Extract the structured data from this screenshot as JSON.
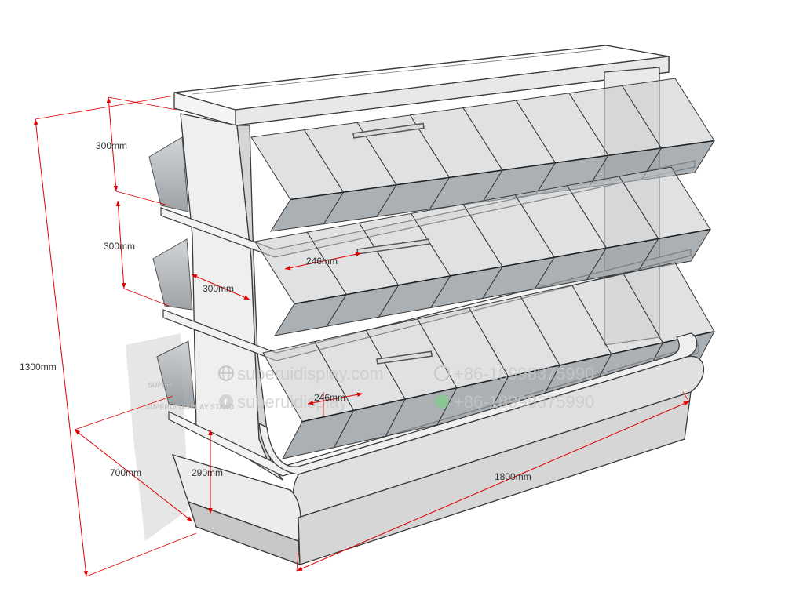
{
  "colors": {
    "dimension_line": "#e00000",
    "dimension_text": "#333333",
    "panel_fill": "#f4f4f4",
    "panel_side": "#d9d9d9",
    "bin_fill": "#9aa0a4",
    "outline": "#3a3a3a",
    "watermark": "#c8c8c8"
  },
  "dimensions": {
    "overall_height": "1300mm",
    "depth": "700mm",
    "length": "1800mm",
    "base_height": "290mm",
    "shelf_gap_top": "300mm",
    "shelf_gap_middle": "300mm",
    "side_bin_depth": "300mm",
    "bin_width_middle": "246mm",
    "bin_width_bottom": "246mm"
  },
  "watermark": {
    "website": "superuidisplay.com",
    "phone": "+86-18998375990",
    "social": "superuidisplay",
    "brand_a": "SUPER",
    "brand_b": "SUPERUI DISPLAY STAND"
  },
  "icons": {
    "globe": "globe-icon",
    "phone": "phone-icon",
    "facebook": "facebook-icon",
    "whatsapp": "whatsapp-icon"
  }
}
